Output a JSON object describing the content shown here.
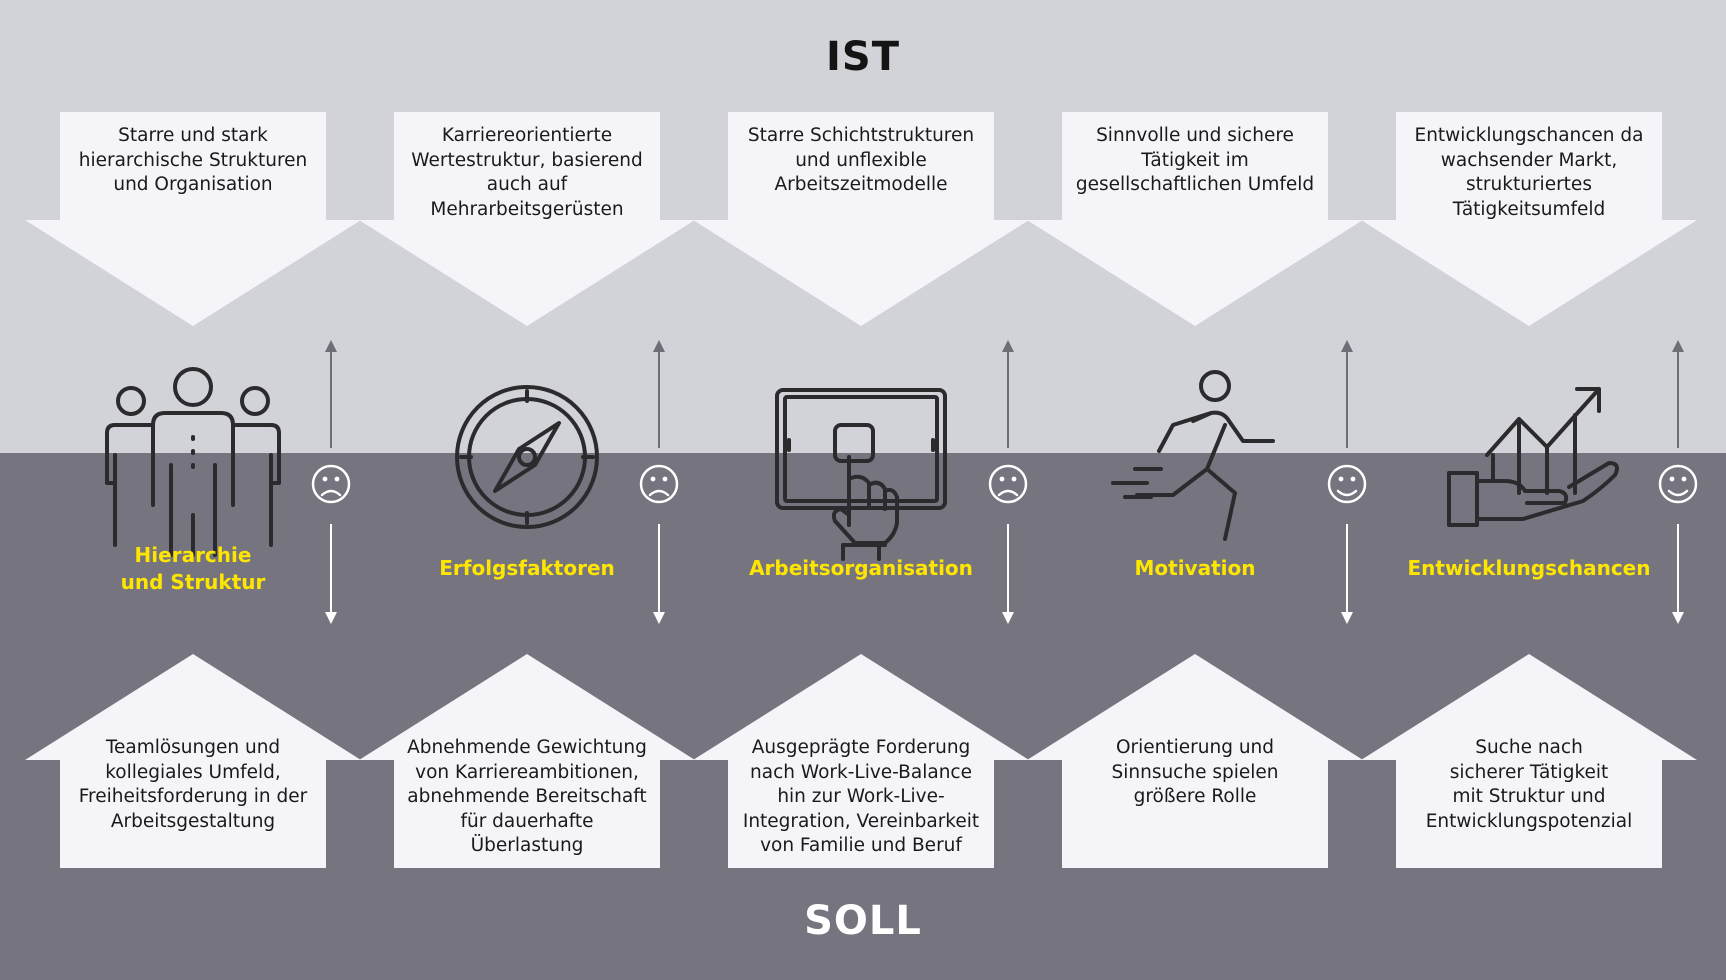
{
  "headings": {
    "top": "IST",
    "bottom": "SOLL"
  },
  "colors": {
    "top_background": "#d2d2d9",
    "bottom_background": "#75747f",
    "box_fill": "#f5f5f9",
    "label_accent": "#ffe600"
  },
  "columns": [
    {
      "label_lines": [
        "Hierarchie",
        "und Struktur"
      ],
      "icon": "people-group-icon",
      "mood": "sad",
      "ist_lines": [
        "Starre und stark",
        "hierarchische Strukturen",
        "und Organisation"
      ],
      "soll_lines": [
        "Teamlösungen und",
        "kollegiales Umfeld,",
        "Freiheitsforderung in der",
        "Arbeitsgestaltung"
      ]
    },
    {
      "label_lines": [
        "Erfolgsfaktoren"
      ],
      "icon": "compass-icon",
      "mood": "sad",
      "ist_lines": [
        "Karriereorientierte",
        "Wertestruktur, basierend",
        "auch auf",
        "Mehrarbeitsgerüsten"
      ],
      "soll_lines": [
        "Abnehmende Gewichtung",
        "von Karriereambitionen,",
        "abnehmende Bereitschaft",
        "für dauerhafte",
        "Überlastung"
      ]
    },
    {
      "label_lines": [
        "Arbeitsorganisation"
      ],
      "icon": "tablet-touch-icon",
      "mood": "sad",
      "ist_lines": [
        "Starre Schichtstrukturen",
        "und unflexible",
        "Arbeitszeitmodelle"
      ],
      "soll_lines": [
        "Ausgeprägte Forderung",
        "nach Work-Live-Balance",
        "hin zur Work-Live-",
        "Integration, Vereinbarkeit",
        "von Familie und Beruf"
      ]
    },
    {
      "label_lines": [
        "Motivation"
      ],
      "icon": "running-person-icon",
      "mood": "happy",
      "ist_lines": [
        "Sinnvolle und sichere",
        "Tätigkeit im",
        "gesellschaftlichen Umfeld"
      ],
      "soll_lines": [
        "Orientierung und",
        "Sinnsuche spielen",
        "größere Rolle"
      ]
    },
    {
      "label_lines": [
        "Entwicklungschancen"
      ],
      "icon": "growth-chart-hand-icon",
      "mood": "happy",
      "ist_lines": [
        "Entwicklungschancen da",
        "wachsender Markt,",
        "strukturiertes",
        "Tätigkeitsumfeld"
      ],
      "soll_lines": [
        "Suche nach",
        "sicherer Tätigkeit",
        "mit Struktur und",
        "Entwicklungspotenzial"
      ]
    }
  ]
}
